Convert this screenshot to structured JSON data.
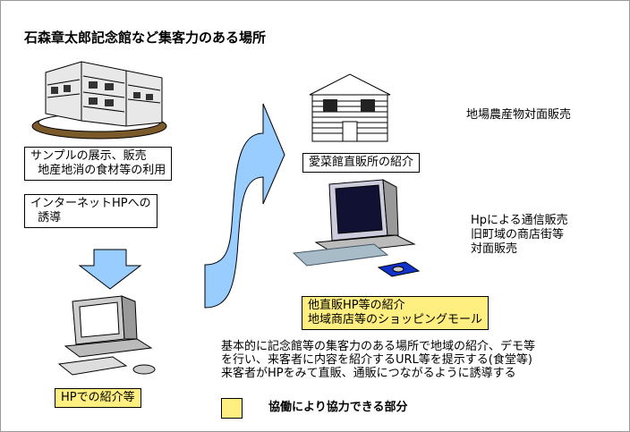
{
  "title": "石森章太郎記念館など集客力のある場所",
  "left_box_1": [
    "サンプルの展示、販売",
    "  地産地消の食材等の利用"
  ],
  "left_box_2": [
    "インターネットHPへの",
    "  誘導"
  ],
  "left_bottom_box": "HPでの紹介等",
  "center_box_1": "愛菜館直販所の紹介",
  "center_box_2": [
    "他直販HP等の紹介",
    "地域商店等のショッピングモール"
  ],
  "right_text_1": "地場農産物対面販売",
  "right_text_2": [
    "Hpによる通信販売",
    "旧町域の商店街等",
    "対面販売"
  ],
  "description": [
    "基本的に記念館等の集客力のある場所で地域の紹介、デモ等",
    "を行い、来客者に内容を紹介するURL等を提示する(食堂等)",
    "来客者がHPをみて直販、通販につながるように誘導する"
  ],
  "legend_label": "協働により協力できる部分",
  "colors": {
    "highlight": "#ffee80",
    "arrow": "#99ccff"
  }
}
